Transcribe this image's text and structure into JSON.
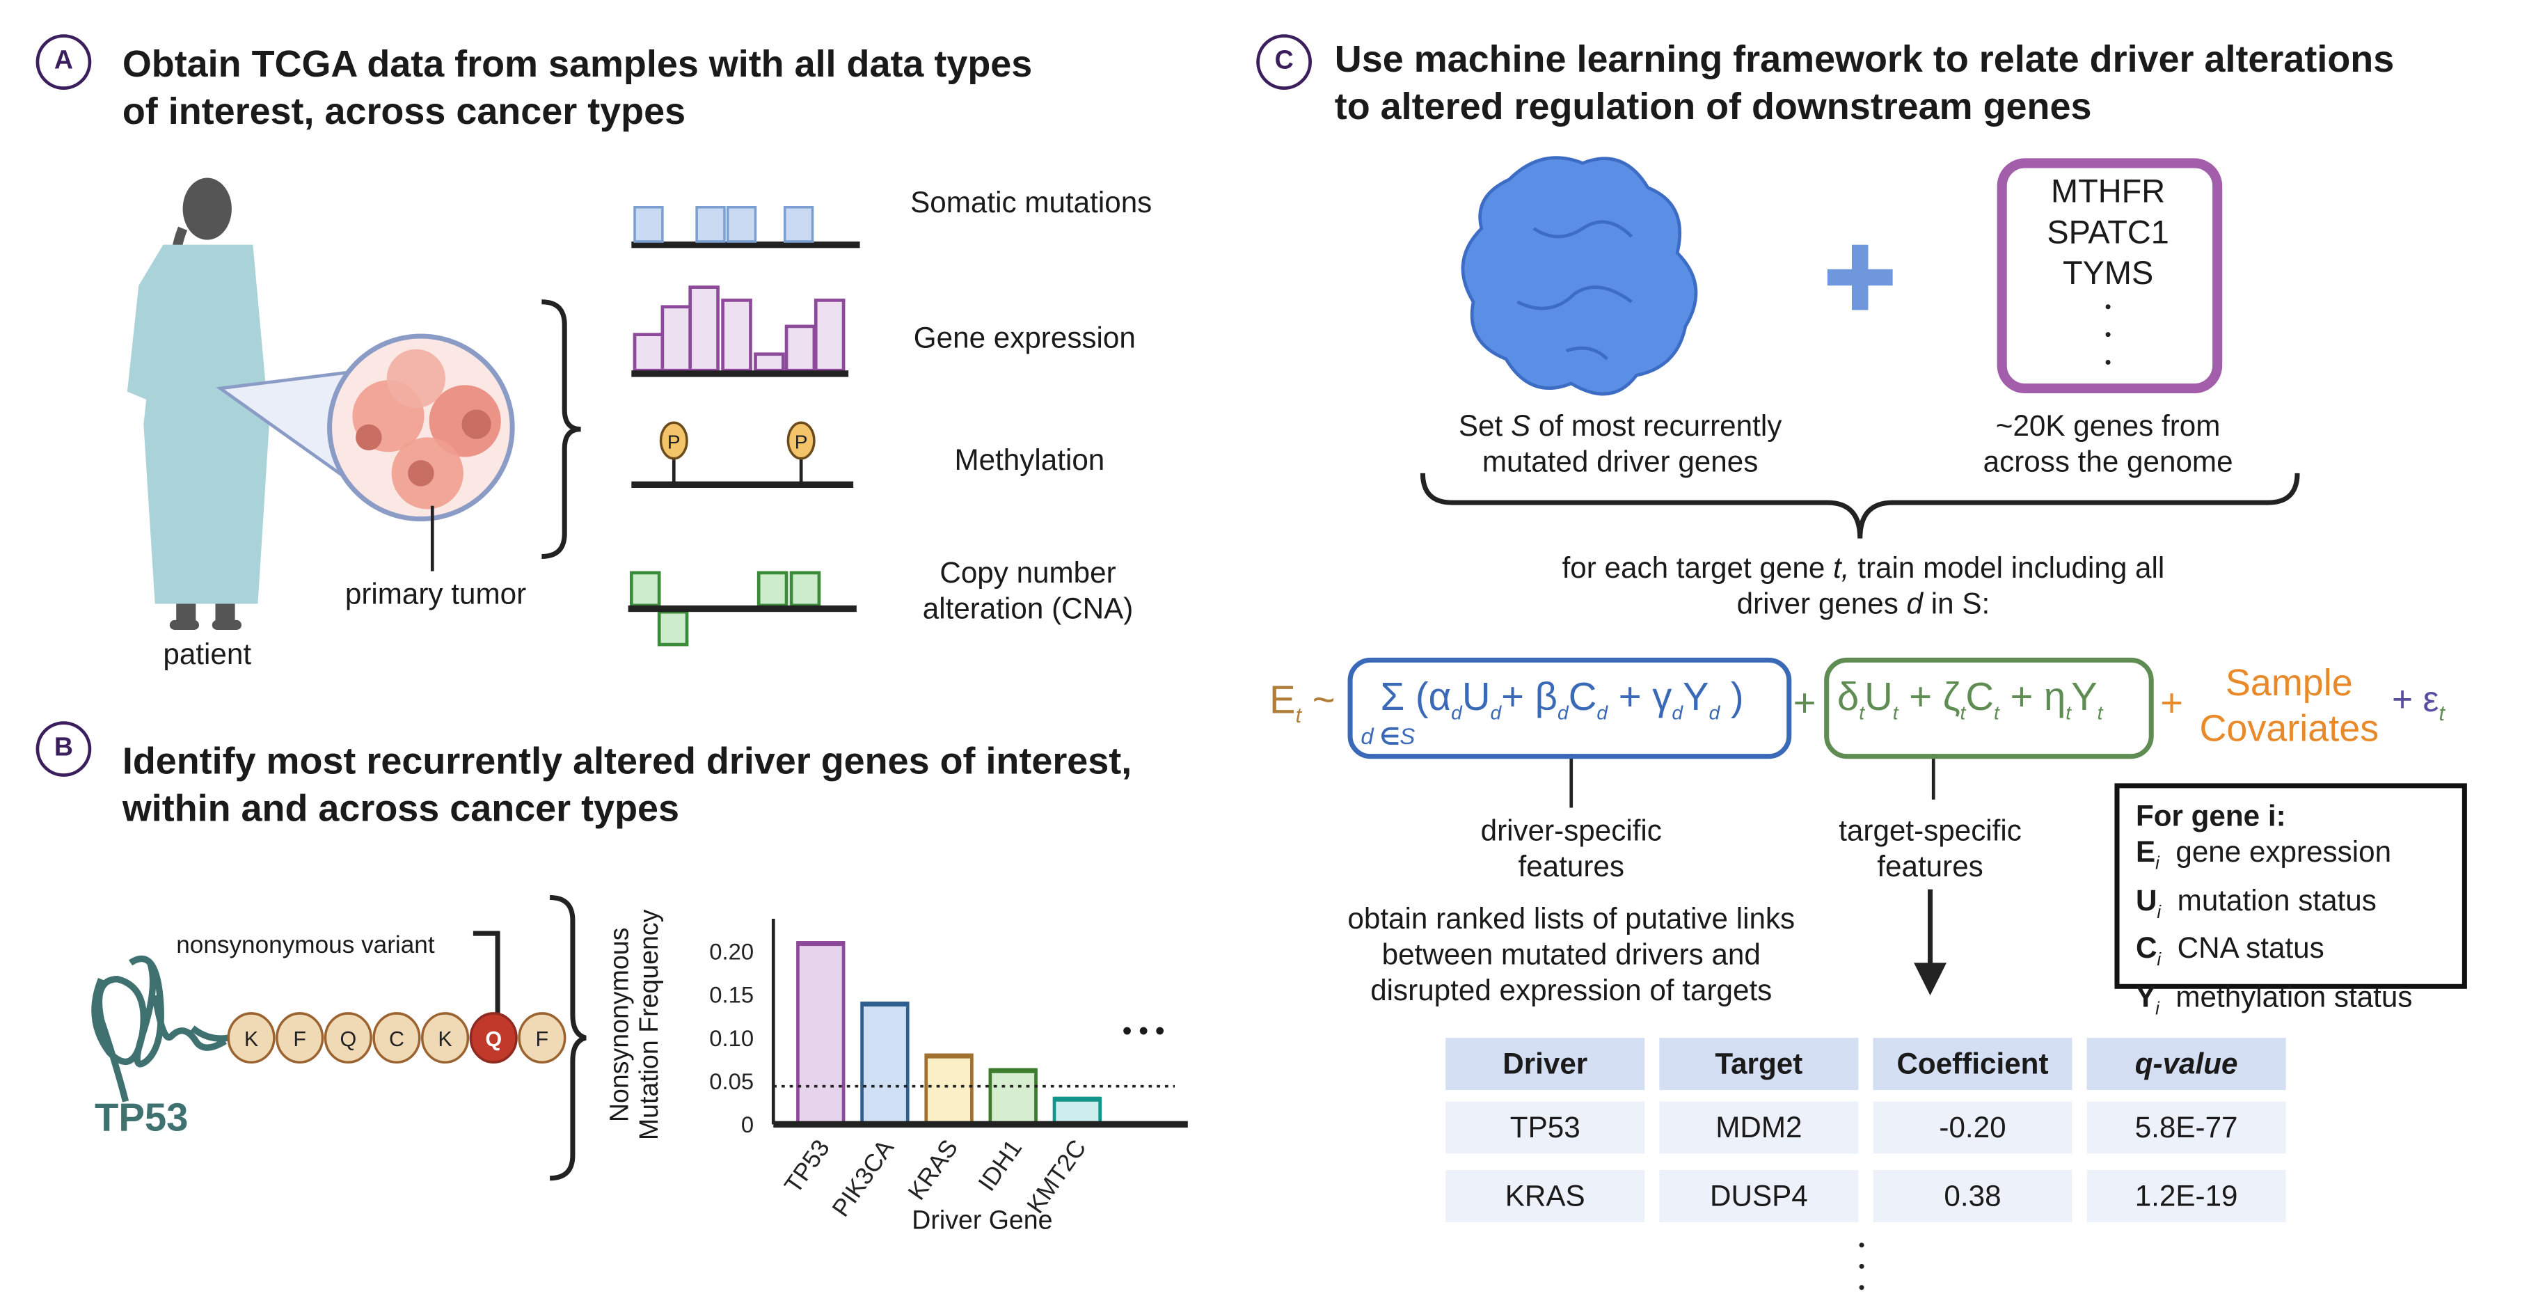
{
  "panel_a": {
    "badge": "A",
    "title_line1": "Obtain TCGA data from samples with all data types",
    "title_line2": "of interest, across cancer types",
    "patient_label": "patient",
    "tumor_label": "primary tumor",
    "tracks": [
      "Somatic mutations",
      "Gene expression",
      "Methylation",
      "Copy number",
      "alteration (CNA)"
    ],
    "methylation_mark": "P"
  },
  "panel_b": {
    "badge": "B",
    "title_line1": "Identify most recurrently altered driver genes of interest,",
    "title_line2": "within and across cancer types",
    "gene_label": "TP53",
    "variant_label": "nonsynonymous variant",
    "residues": [
      "K",
      "F",
      "Q",
      "C",
      "K",
      "Q",
      "F"
    ],
    "more": "• • •"
  },
  "chart_data": {
    "type": "bar",
    "categories": [
      "TP53",
      "PIK3CA",
      "KRAS",
      "IDH1",
      "KMT2C"
    ],
    "values": [
      0.21,
      0.14,
      0.08,
      0.063,
      0.03
    ],
    "colors": [
      "#8e4a9a",
      "#2f5f8f",
      "#a0702e",
      "#3c7a2c",
      "#13958c"
    ],
    "fills": [
      "#e6d4ec",
      "#cfe0f4",
      "#fbefc8",
      "#d6eecf",
      "#cdeeee"
    ],
    "threshold": 0.044,
    "xlabel": "Driver Gene",
    "ylabel_line1": "Nonsynonymous",
    "ylabel_line2": "Mutation Frequency",
    "yticks": [
      "0",
      "0.05",
      "0.10",
      "0.15",
      "0.20"
    ],
    "ytick_values": [
      0,
      0.05,
      0.1,
      0.15,
      0.2
    ],
    "ylim": [
      0,
      0.23
    ]
  },
  "panel_c": {
    "badge": "C",
    "title_line1": "Use machine learning framework to relate driver alterations",
    "title_line2": "to altered regulation of downstream genes",
    "genes": [
      "MTHFR",
      "SPATC1",
      "TYMS"
    ],
    "plus": "+",
    "set_label_1a": "Set ",
    "set_label_1b": "S",
    "set_label_1c": " of most recurrently",
    "set_label_2": "mutated driver genes",
    "genome_label_1": "~20K genes from",
    "genome_label_2": "across the genome",
    "train_1a": "for each target gene ",
    "train_1b": "t,",
    "train_1c": " train model including all",
    "train_2a": "driver genes ",
    "train_2b": "d",
    "train_2c": " in S:",
    "driver_features": [
      "driver-specific",
      "features"
    ],
    "target_features": [
      "target-specific",
      "features"
    ],
    "obtain": [
      "obtain ranked lists of putative links",
      "between mutated drivers and",
      "disrupted expression of targets"
    ],
    "sample_covariates": [
      "Sample",
      "Covariates"
    ]
  },
  "legend": {
    "heading": "For gene i:",
    "items": [
      {
        "sym": "E",
        "text": "gene expression"
      },
      {
        "sym": "U",
        "text": "mutation status"
      },
      {
        "sym": "C",
        "text": "CNA status"
      },
      {
        "sym": "Y",
        "text": "methylation status"
      }
    ]
  },
  "table": {
    "headers": [
      "Driver",
      "Target",
      "Coefficient",
      "q-value"
    ],
    "rows": [
      [
        "TP53",
        "MDM2",
        "-0.20",
        "5.8E-77"
      ],
      [
        "KRAS",
        "DUSP4",
        "0.38",
        "1.2E-19"
      ]
    ]
  },
  "colors": {
    "et": "#b07d3a",
    "blue": "#3a69b7",
    "green": "#5e8c52",
    "orange": "#e8892a",
    "purple": "#5a4ea0",
    "gene_box": "#a35eab"
  }
}
